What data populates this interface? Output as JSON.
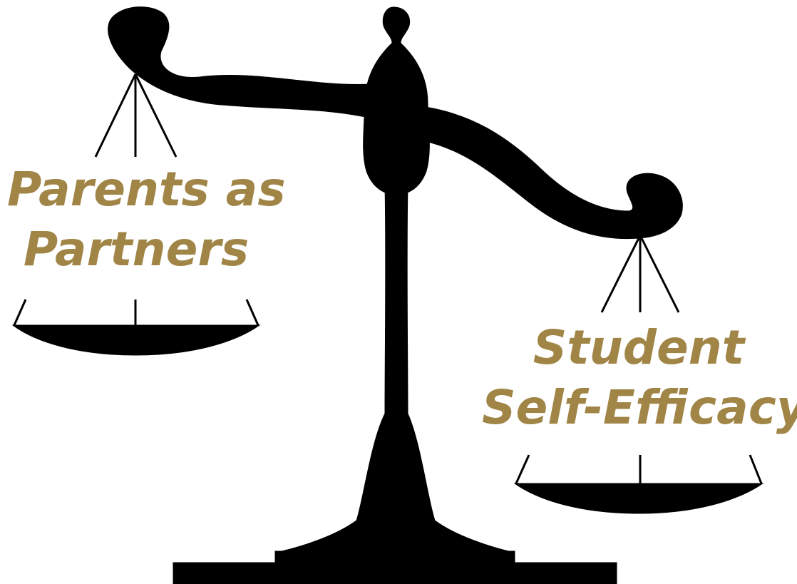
{
  "left_pan": {
    "line1": "Parents as",
    "line2": "Partners"
  },
  "right_pan": {
    "line1": "Student",
    "line2": "Self-Efficacy"
  },
  "colors": {
    "scale": "#000000",
    "label_text": "#a08547",
    "background": "#ffffff"
  },
  "scale_state": "tipped toward right pan (Student Self-Efficacy lower/heavier)"
}
